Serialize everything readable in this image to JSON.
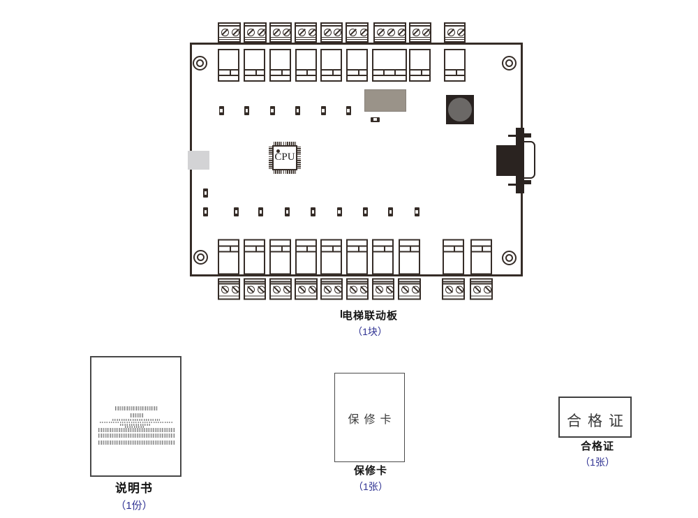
{
  "board": {
    "label": "电梯联动板",
    "quantity": "（1块）",
    "cpu_label": "CPU"
  },
  "manual": {
    "label": "说明书",
    "quantity": "（1份）"
  },
  "warranty_card": {
    "face_text": "保修卡",
    "label": "保修卡",
    "quantity": "（1张）"
  },
  "certificate": {
    "face_text": "合格证",
    "label": "合格证",
    "quantity": "（1张）"
  },
  "colors": {
    "line": "#352c27",
    "accent_blue": "#2e3192",
    "component_gray": "#9a9389",
    "light_gray": "#d3d3d5",
    "buzzer_body": "#292220",
    "buzzer_circle": "#6b6866"
  }
}
